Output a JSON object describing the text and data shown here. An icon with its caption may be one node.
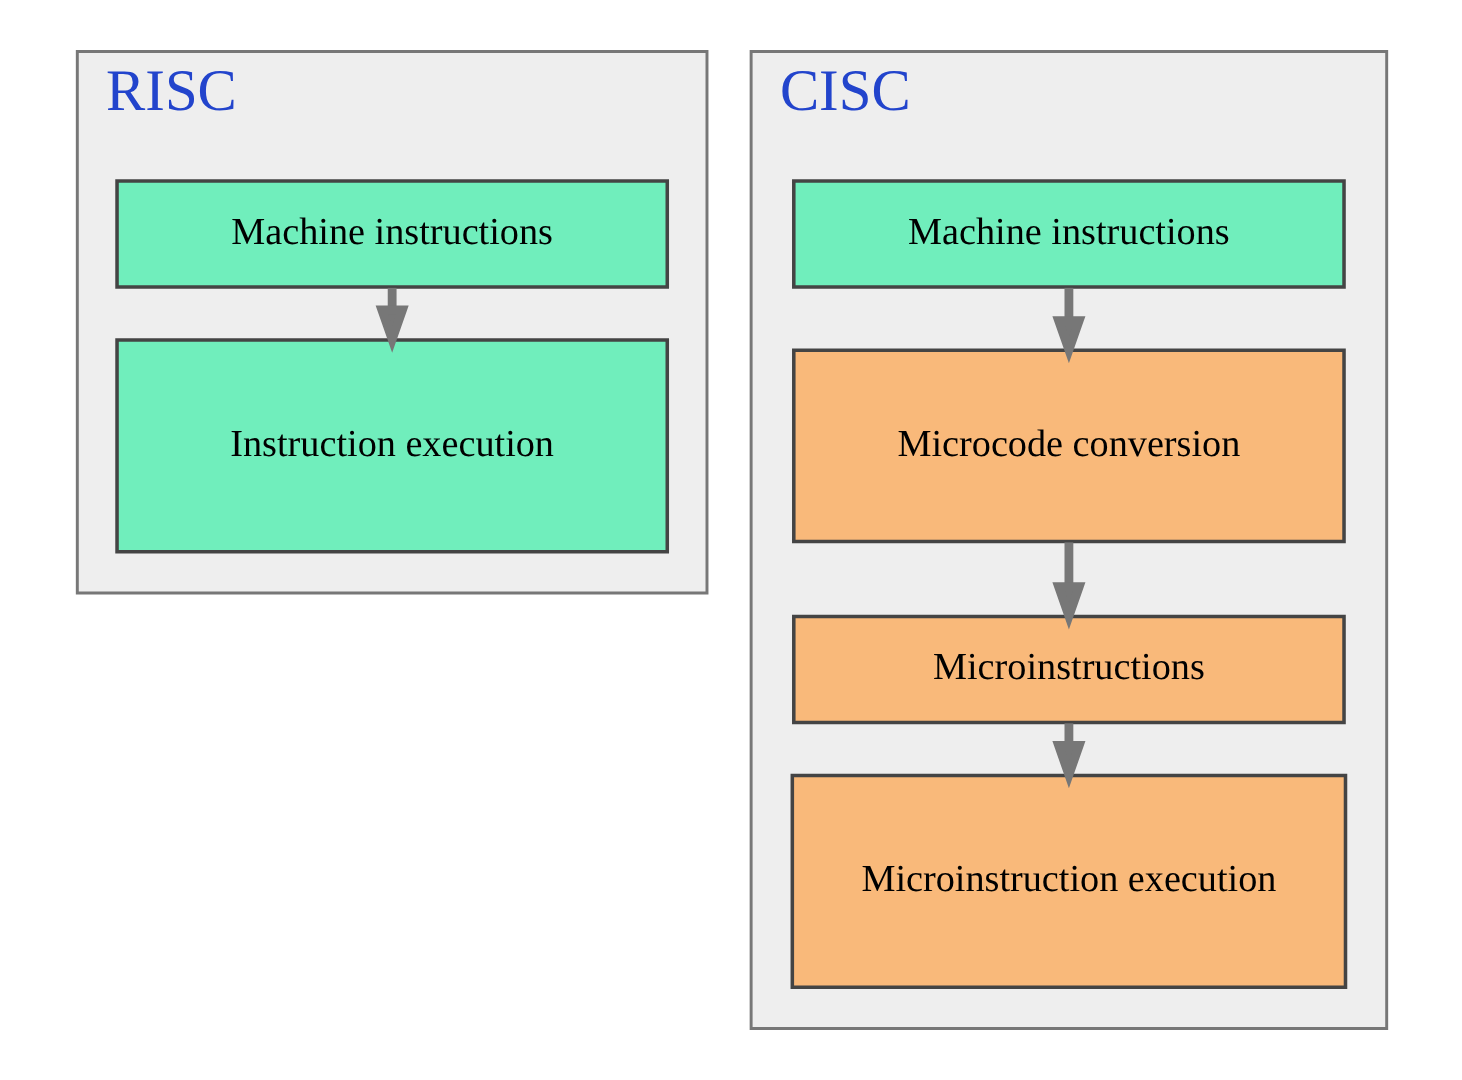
{
  "diagram": {
    "nodes": [
      {
        "text": [
          "RISC"
        ]
      },
      {
        "text": [
          "Machine instructions"
        ],
        "in": 0
      },
      {
        "text": [
          "Instruction execution"
        ],
        "in": 0
      },
      {
        "text": [
          "CISC"
        ]
      },
      {
        "text": [
          "Machine instructions"
        ],
        "in": 3
      },
      {
        "text": [
          "Microcode conversion"
        ],
        "in": 3
      },
      {
        "text": [
          "Microinstructions"
        ],
        "in": 3
      },
      {
        "text": [
          "Microinstruction execution"
        ],
        "in": 3
      }
    ],
    "edges": [
      {
        "from": 1,
        "to": 2,
        "arrow": "to"
      },
      {
        "from": 4,
        "to": 5,
        "arrow": "to"
      },
      {
        "from": 5,
        "to": 6,
        "arrow": "to"
      },
      {
        "from": 6,
        "to": 7,
        "arrow": "to"
      }
    ]
  }
}
